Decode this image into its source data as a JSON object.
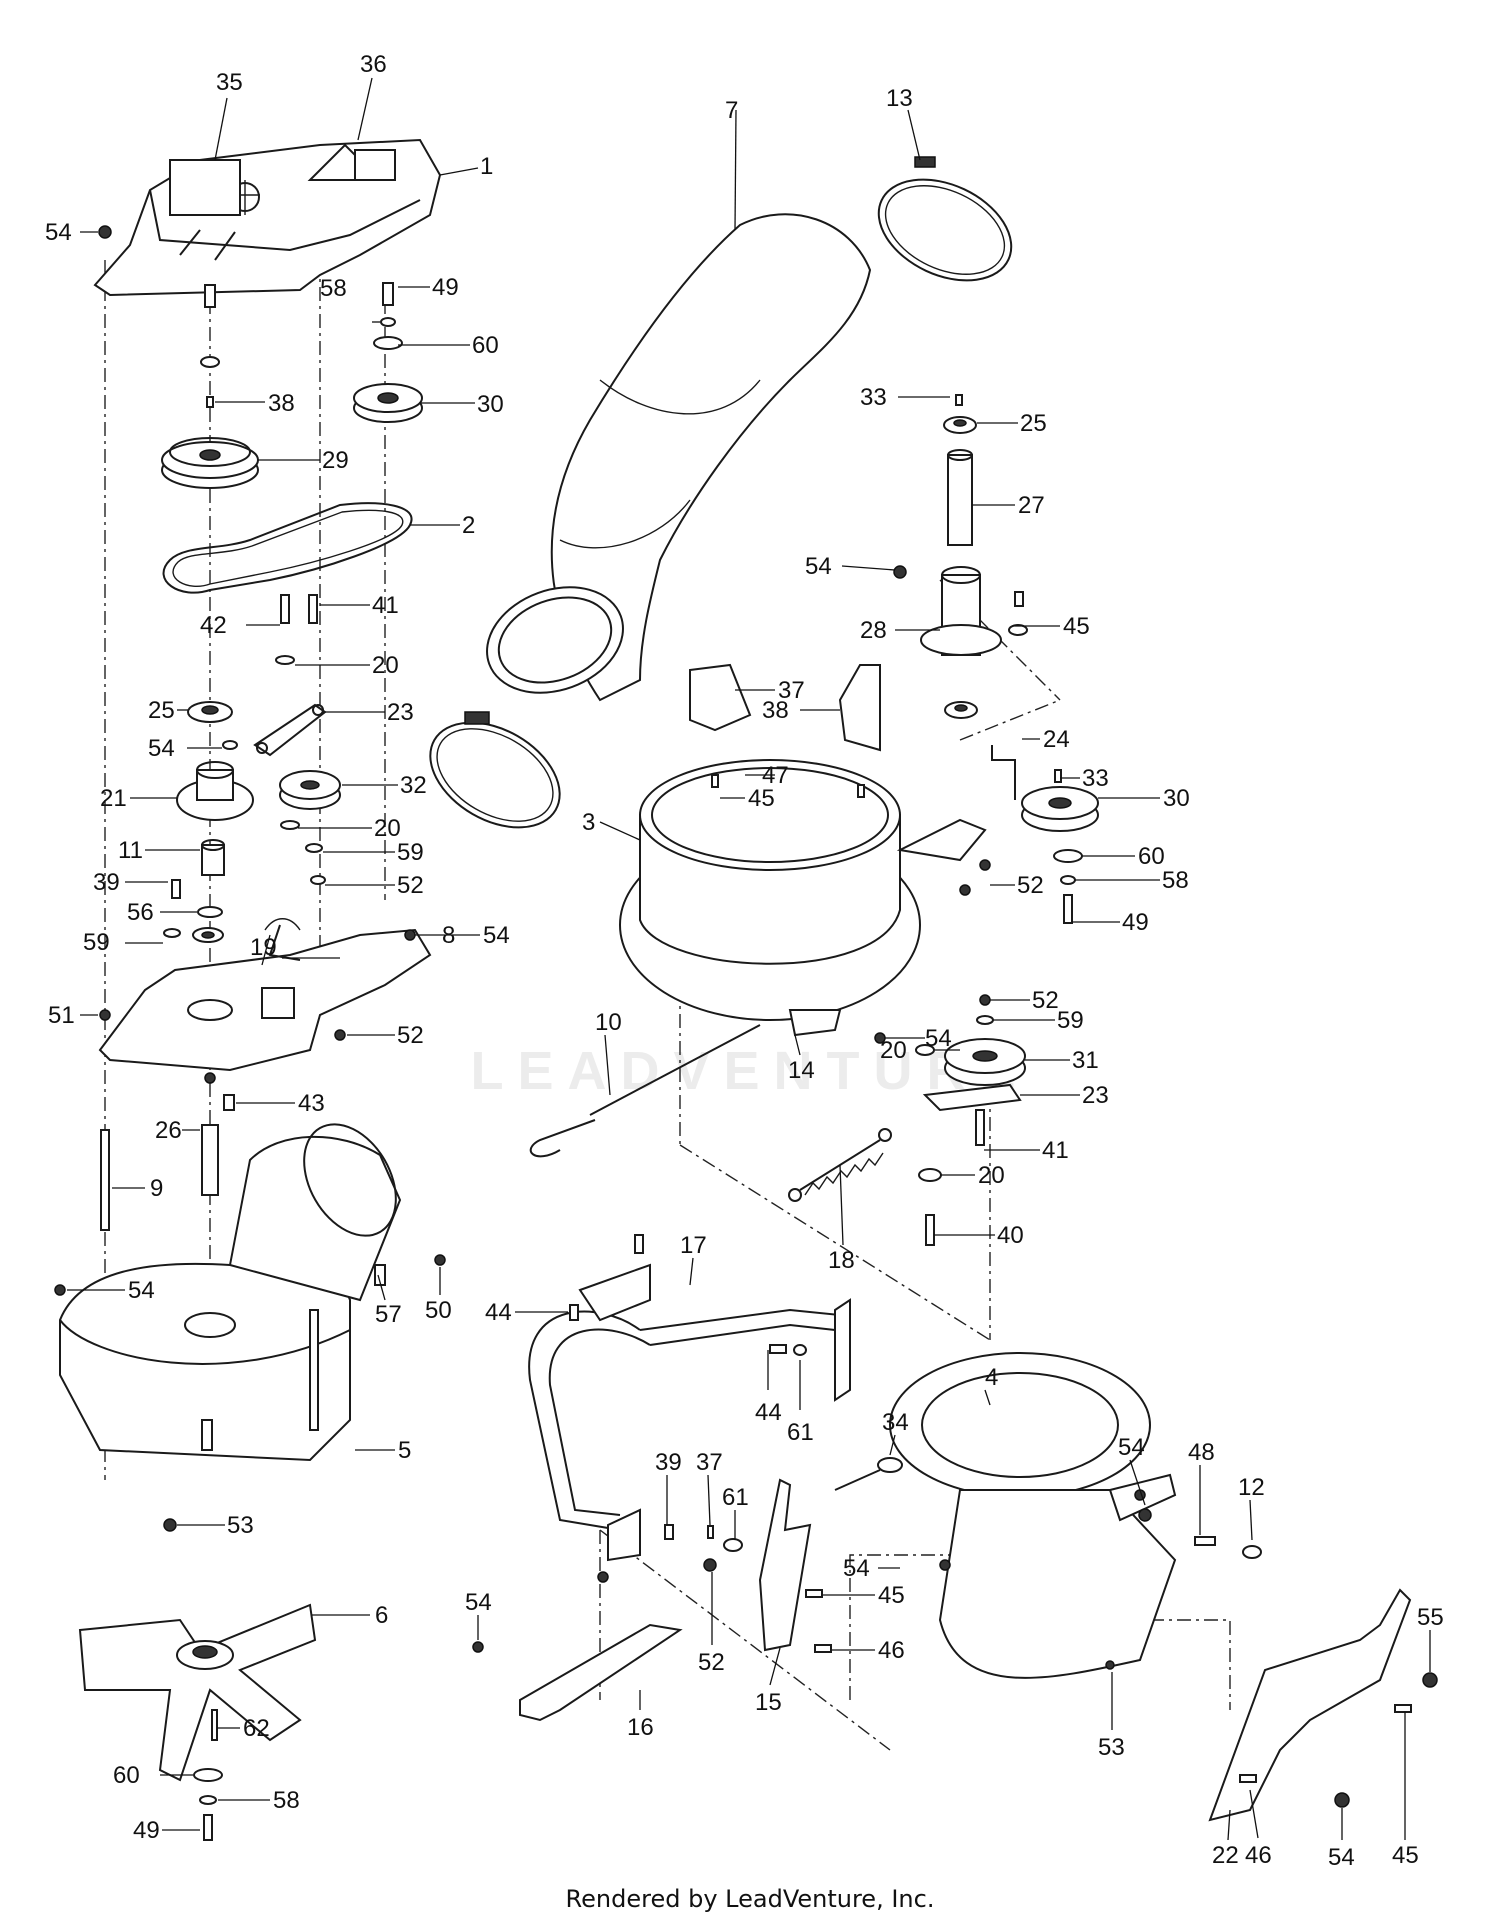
{
  "watermark": "LEADVENTURE",
  "footer": "Rendered by LeadVenture, Inc.",
  "parts": [
    "1",
    "2",
    "3",
    "4",
    "5",
    "6",
    "7",
    "8",
    "9",
    "10",
    "11",
    "12",
    "13",
    "14",
    "15",
    "16",
    "17",
    "18",
    "19",
    "20",
    "21",
    "22",
    "23",
    "24",
    "25",
    "26",
    "27",
    "28",
    "29",
    "30",
    "31",
    "32",
    "33",
    "34",
    "35",
    "36",
    "37",
    "38",
    "39",
    "40",
    "41",
    "42",
    "43",
    "44",
    "45",
    "46",
    "47",
    "48",
    "49",
    "50",
    "51",
    "52",
    "53",
    "54",
    "55",
    "56",
    "57",
    "58",
    "59",
    "60",
    "61",
    "62"
  ]
}
